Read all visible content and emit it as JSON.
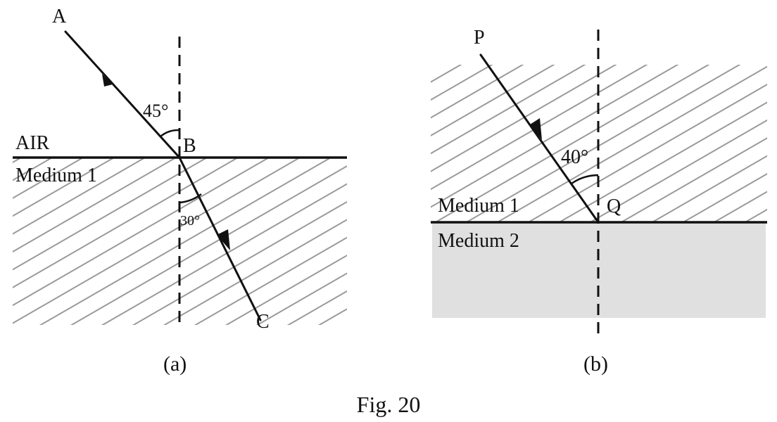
{
  "figure": {
    "caption": "Fig. 20",
    "panel_a": {
      "tag": "(a)",
      "label_air": "AIR",
      "label_medium": "Medium 1",
      "point_a": "A",
      "point_b": "B",
      "point_c": "C",
      "angle_incidence": "45°",
      "angle_refraction": "30°"
    },
    "panel_b": {
      "tag": "(b)",
      "label_medium_top": "Medium 1",
      "label_medium_bottom": "Medium 2",
      "point_p": "P",
      "point_q": "Q",
      "angle_incidence": "40°"
    },
    "colors": {
      "hatch": "#9a9a9a",
      "medium2_fill": "#e0e0e0",
      "ink": "#111111"
    }
  }
}
